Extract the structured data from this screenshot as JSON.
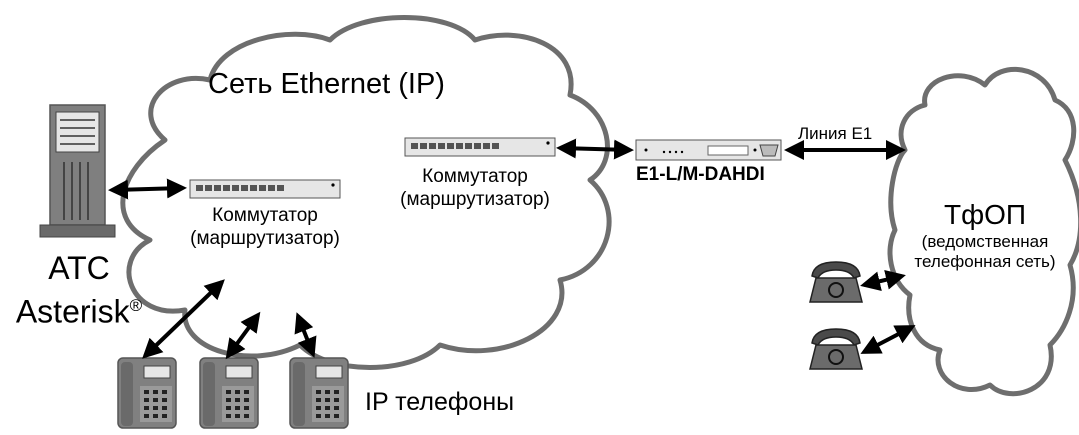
{
  "network": {
    "title": "Сеть Ethernet (IP)",
    "switch_left": {
      "line1": "Коммутатор",
      "line2": "(маршрутизатор)"
    },
    "switch_right": {
      "line1": "Коммутатор",
      "line2": "(маршрутизатор)"
    }
  },
  "pbx": {
    "line1": "АТС",
    "line2": "Asterisk",
    "mark": "®"
  },
  "gateway": {
    "label": "E1-L/M-DAHDI"
  },
  "e1_link": {
    "label": "Линия E1"
  },
  "pstn": {
    "title": "ТфОП",
    "line1": "(ведомственная",
    "line2": "телефонная сеть)"
  },
  "phones": {
    "label": "IP телефоны"
  },
  "colors": {
    "outline": "#6e6e6e",
    "device_fill": "#7f7f7f",
    "panel_fill": "#e8e8e8",
    "arrow": "#000000"
  }
}
